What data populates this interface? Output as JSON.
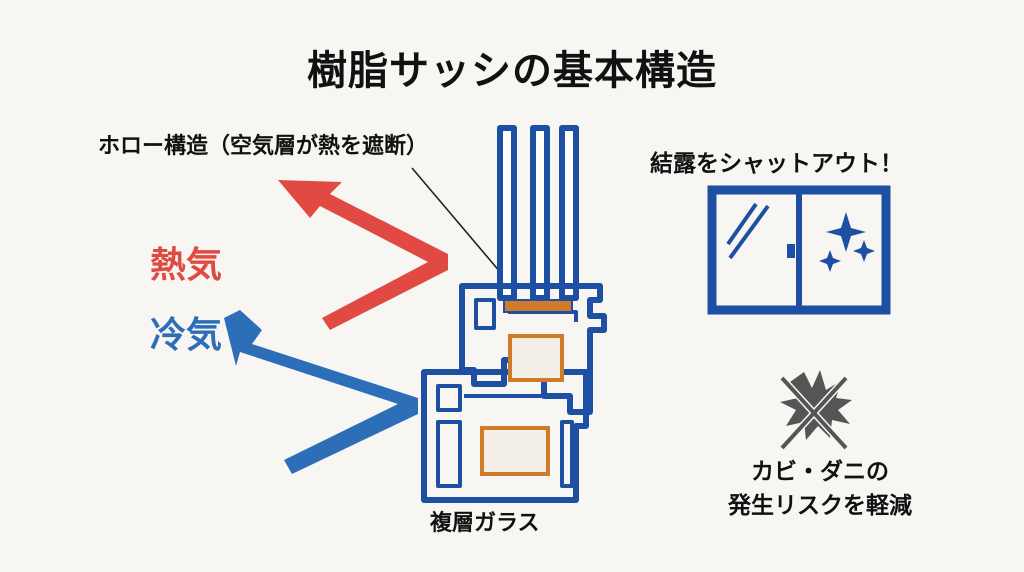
{
  "title": "樹脂サッシの基本構造",
  "labels": {
    "hollow": "ホロー構造（空気層が熱を遮断）",
    "heat": "熱気",
    "cold": "冷気",
    "glass": "複層ガラス",
    "condensation": "結露をシャットアウト！",
    "mold_line1": "カビ・ダニの",
    "mold_line2": "発生リスクを軽減"
  },
  "colors": {
    "heat": "#e04a43",
    "cold": "#2c6fb8",
    "frame": "#1d4fa3",
    "spacer": "#d07a2a",
    "icon": "#555555"
  },
  "icons": [
    "heat-arrow-icon",
    "cold-arrow-icon",
    "sliding-window-icon",
    "sparkle-icon",
    "mold-mite-icon"
  ]
}
